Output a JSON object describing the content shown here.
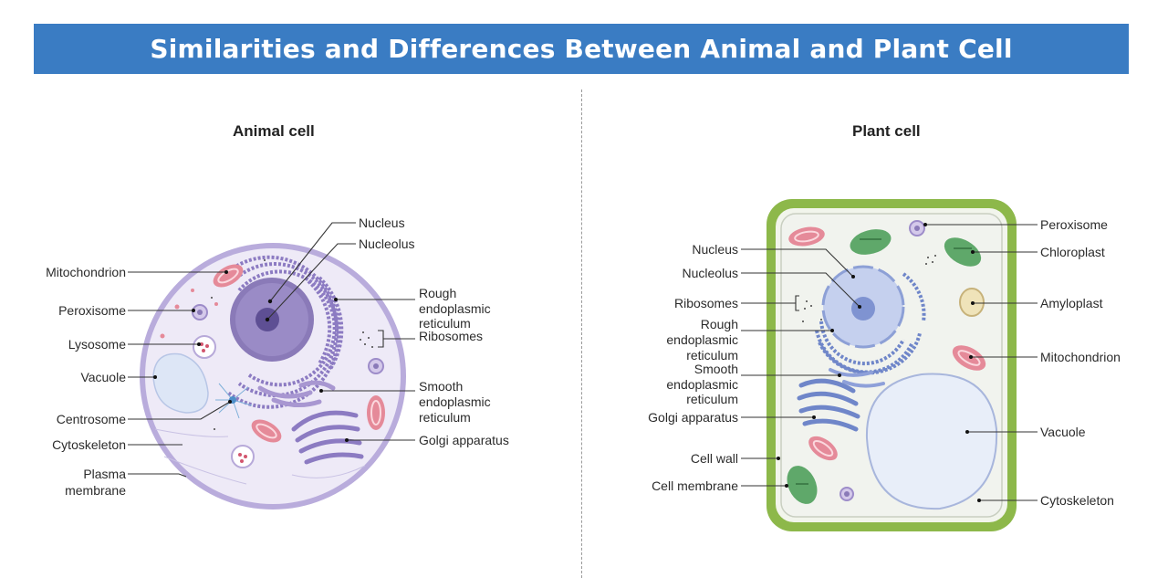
{
  "title": "Similarities and Differences Between Animal and Plant Cell",
  "animal": {
    "title": "Animal cell",
    "labels": {
      "nucleus": "Nucleus",
      "nucleolus": "Nucleolus",
      "mitochondrion": "Mitochondrion",
      "peroxisome": "Peroxisome",
      "lysosome": "Lysosome",
      "vacuole": "Vacuole",
      "centrosome": "Centrosome",
      "cytoskeleton": "Cytoskeleton",
      "plasma_membrane_1": "Plasma",
      "plasma_membrane_2": "membrane",
      "rough_er_1": "Rough",
      "rough_er_2": "endoplasmic",
      "rough_er_3": "reticulum",
      "ribosomes": "Ribosomes",
      "smooth_er_1": "Smooth",
      "smooth_er_2": "endoplasmic",
      "smooth_er_3": "reticulum",
      "golgi": "Golgi apparatus"
    }
  },
  "plant": {
    "title": "Plant cell",
    "labels": {
      "nucleus": "Nucleus",
      "nucleolus": "Nucleolus",
      "ribosomes": "Ribosomes",
      "rough_er_1": "Rough",
      "rough_er_2": "endoplasmic",
      "rough_er_3": "reticulum",
      "smooth_er_1": "Smooth",
      "smooth_er_2": "endoplasmic",
      "smooth_er_3": "reticulum",
      "golgi": "Golgi apparatus",
      "cell_wall": "Cell wall",
      "cell_membrane": "Cell membrane",
      "peroxisome": "Peroxisome",
      "chloroplast": "Chloroplast",
      "amyloplast": "Amyloplast",
      "mitochondrion": "Mitochondrion",
      "vacuole": "Vacuole",
      "cytoskeleton": "Cytoskeleton"
    }
  },
  "colors": {
    "banner": "#3a7cc3",
    "animal_membrane": "#b4a6d8",
    "animal_cytoplasm": "#ece8f6",
    "nucleus": "#8a7ab8",
    "mitochondrion": "#e58a99",
    "plant_wall": "#8db84a",
    "chloroplast": "#5fa86a",
    "plant_vacuole": "#e8eef9",
    "plant_er": "#6f86c9"
  }
}
